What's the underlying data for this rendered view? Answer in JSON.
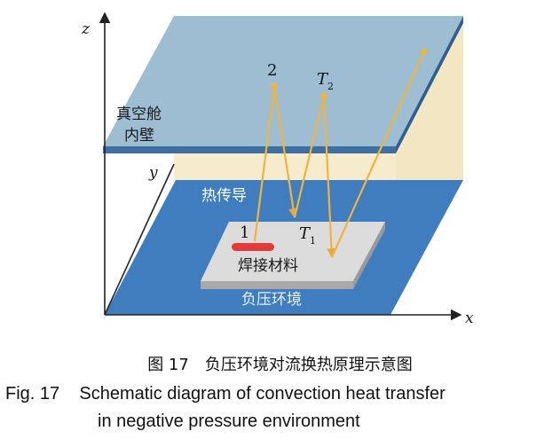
{
  "axes": {
    "x": "x",
    "y": "y",
    "z": "z"
  },
  "labels": {
    "chamber_wall_line1": "真空舱",
    "chamber_wall_line2": "内壁",
    "heat_conduction": "热传导",
    "point_1": "1",
    "point_2": "2",
    "t1_base": "T",
    "t1_sub": "1",
    "t2_base": "T",
    "t2_sub": "2",
    "welding_material": "焊接材料",
    "negative_pressure_env": "负压环境"
  },
  "caption": {
    "chinese": "图 17　负压环境对流换热原理示意图",
    "english_line1": "Fig. 17    Schematic diagram of convection heat transfer",
    "english_line2": "in negative pressure environment"
  },
  "colors": {
    "top_plate": "#9dbdd3",
    "top_edge": "#3d6fa3",
    "back_wall": "#f6eccd",
    "bottom_plate": "#3f7dbf",
    "slab_top": "#dcdcdc",
    "slab_side": "#a9a9a9",
    "ray": "#f0b43a",
    "spot": "#e23b3b"
  }
}
